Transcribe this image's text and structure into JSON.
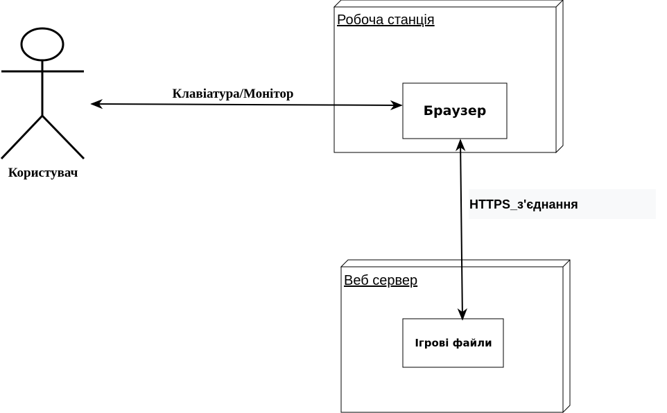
{
  "actor": {
    "label": "Користувач"
  },
  "workstation": {
    "title": "Робоча станція",
    "component": "Браузер"
  },
  "web_server": {
    "title": "Веб сервер",
    "component": "Ігрові файли"
  },
  "connections": {
    "user_to_browser": "Клавіатура/Монітор",
    "browser_to_server": "HTTPS_з'єднання"
  },
  "colors": {
    "stroke": "#000000",
    "background": "#ffffff",
    "label_highlight": "#f8f9fa"
  }
}
